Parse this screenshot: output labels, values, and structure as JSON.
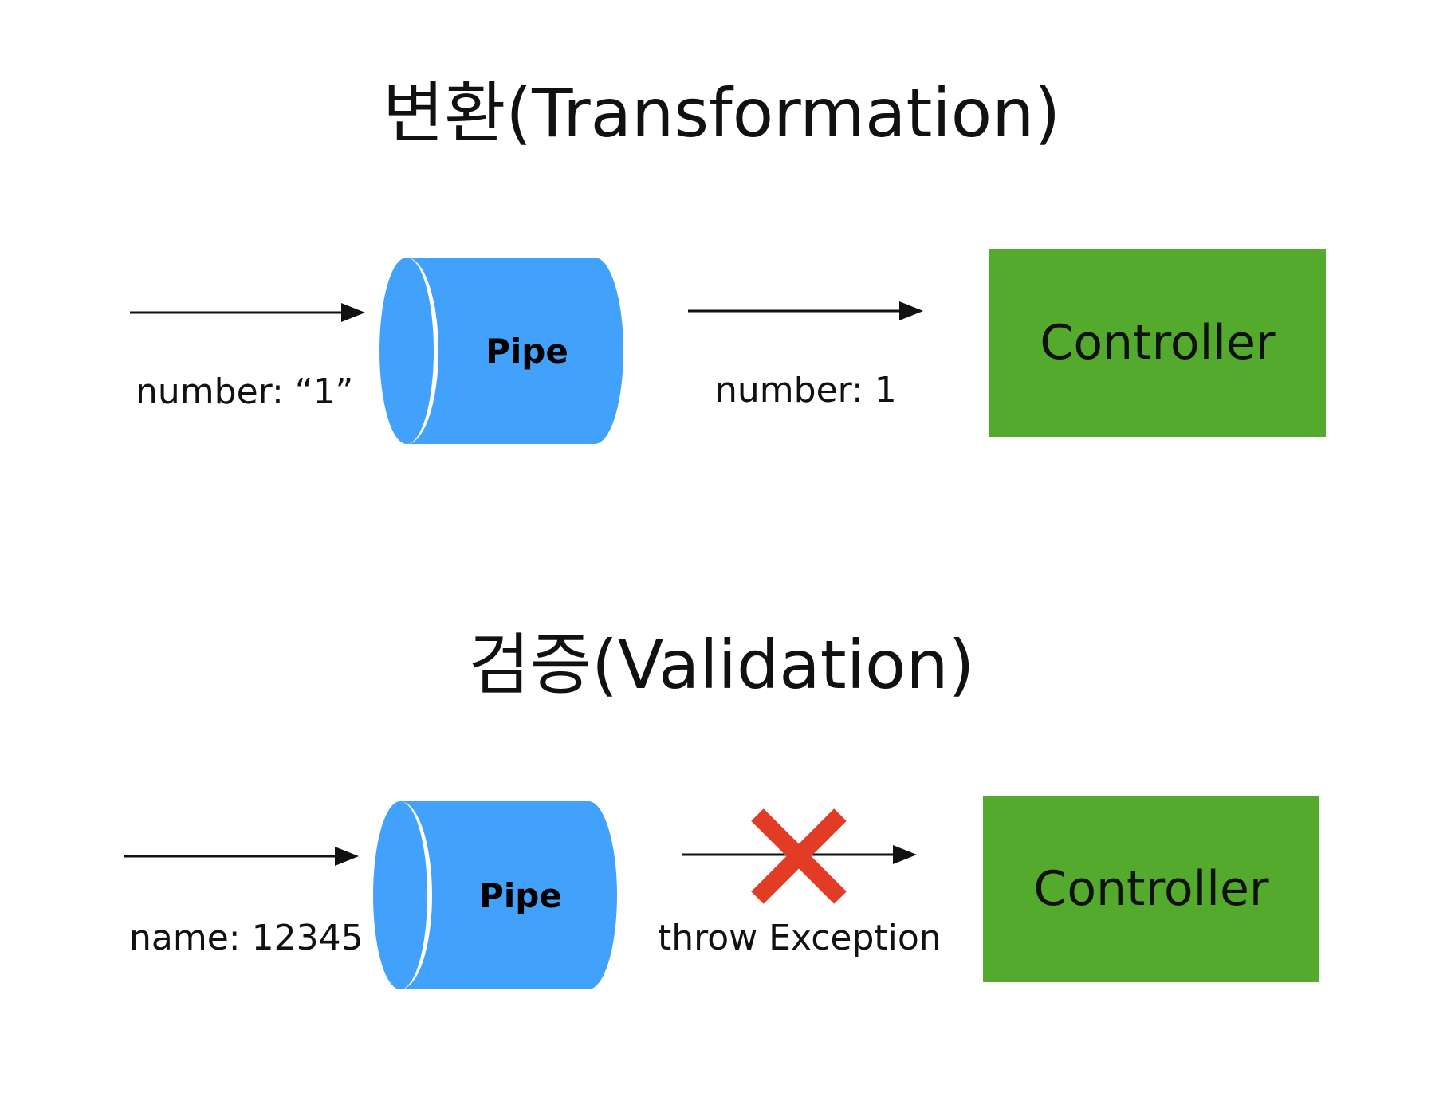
{
  "sections": [
    {
      "title": "변환(Transformation)",
      "input_label": "number: “1”",
      "pipe_label": "Pipe",
      "output_label": "number: 1",
      "controller_label": "Controller",
      "blocked": false
    },
    {
      "title": "검증(Validation)",
      "input_label": "name: 12345",
      "pipe_label": "Pipe",
      "output_label": "throw Exception",
      "controller_label": "Controller",
      "blocked": true
    }
  ],
  "colors": {
    "pipe": "#42a1fa",
    "controller": "#53aa2c",
    "block_mark": "#e23b26",
    "arrow": "#111111"
  },
  "icons": {
    "block_mark": "x-mark-icon",
    "pipe": "cylinder-icon"
  }
}
